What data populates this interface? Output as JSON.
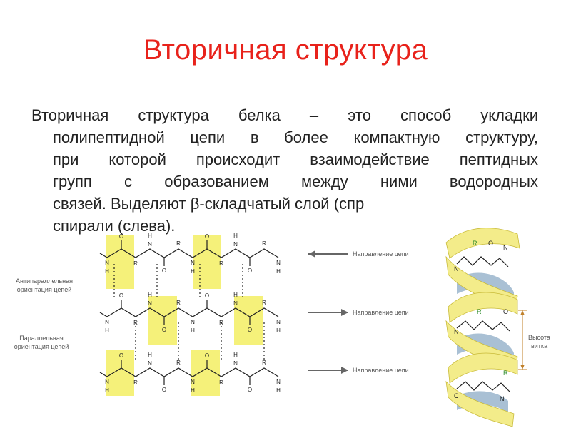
{
  "slide": {
    "title": "Вторичная структура",
    "paragraph_lines": [
      "Вторичная структура белка – это способ укладки",
      "полипептидной цепи в более компактную структуру,",
      "при которой происходит взаимодействие пептидных",
      "групп с образованием между ними водородных",
      "связей. Выделяют β-складчатый слой (спр",
      "спирали (слева)."
    ]
  },
  "figure": {
    "sheet_labels": {
      "antiparallel": "Антипараллельная ориентация цепей",
      "parallel": "Параллельная ориентация цепей"
    },
    "direction_label": "Направление цепи",
    "helix_label": "Высота витка",
    "atoms": {
      "R": "R",
      "N": "N",
      "H": "H",
      "O": "O",
      "C": "C"
    },
    "colors": {
      "title": "#e8221b",
      "highlight": "#f5f17a",
      "helix_ribbon": "#f3ec8a",
      "helix_back": "#9ab5cc",
      "gray_text": "#555555"
    }
  }
}
